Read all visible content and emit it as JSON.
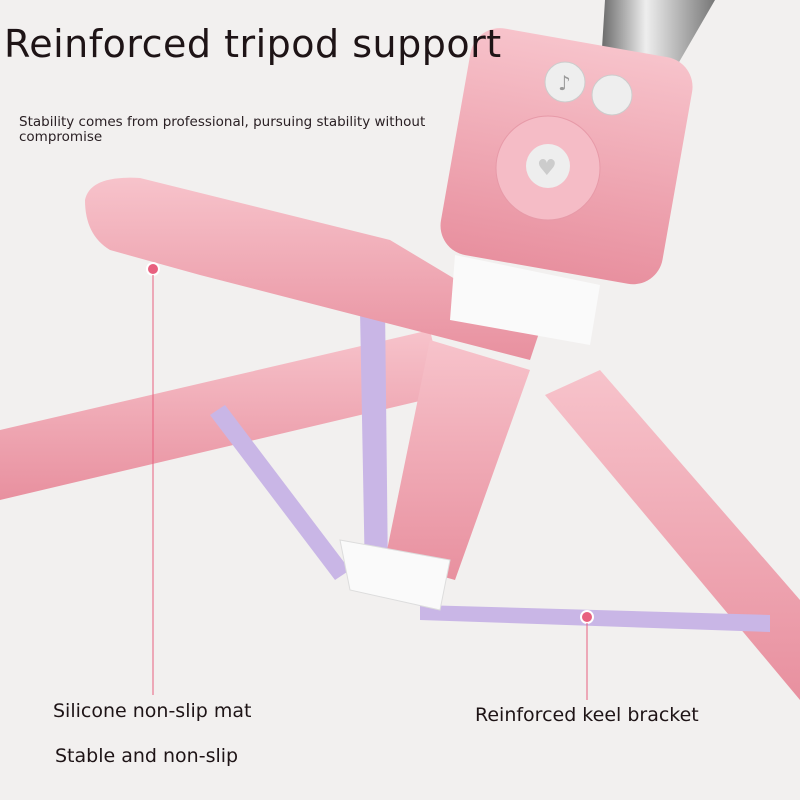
{
  "header": {
    "title": "Reinforced tripod support",
    "subtitle": "Stability comes from professional, pursuing stability without compromise"
  },
  "callouts": {
    "mat": "Silicone non-slip mat",
    "mat_sub": "Stable and non-slip",
    "keel": "Reinforced keel bracket"
  },
  "colors": {
    "background": "#f2f0ef",
    "body_pink": "#f2a9b5",
    "bracket_lilac": "#c9b6e6",
    "marker": "#e8607f"
  }
}
